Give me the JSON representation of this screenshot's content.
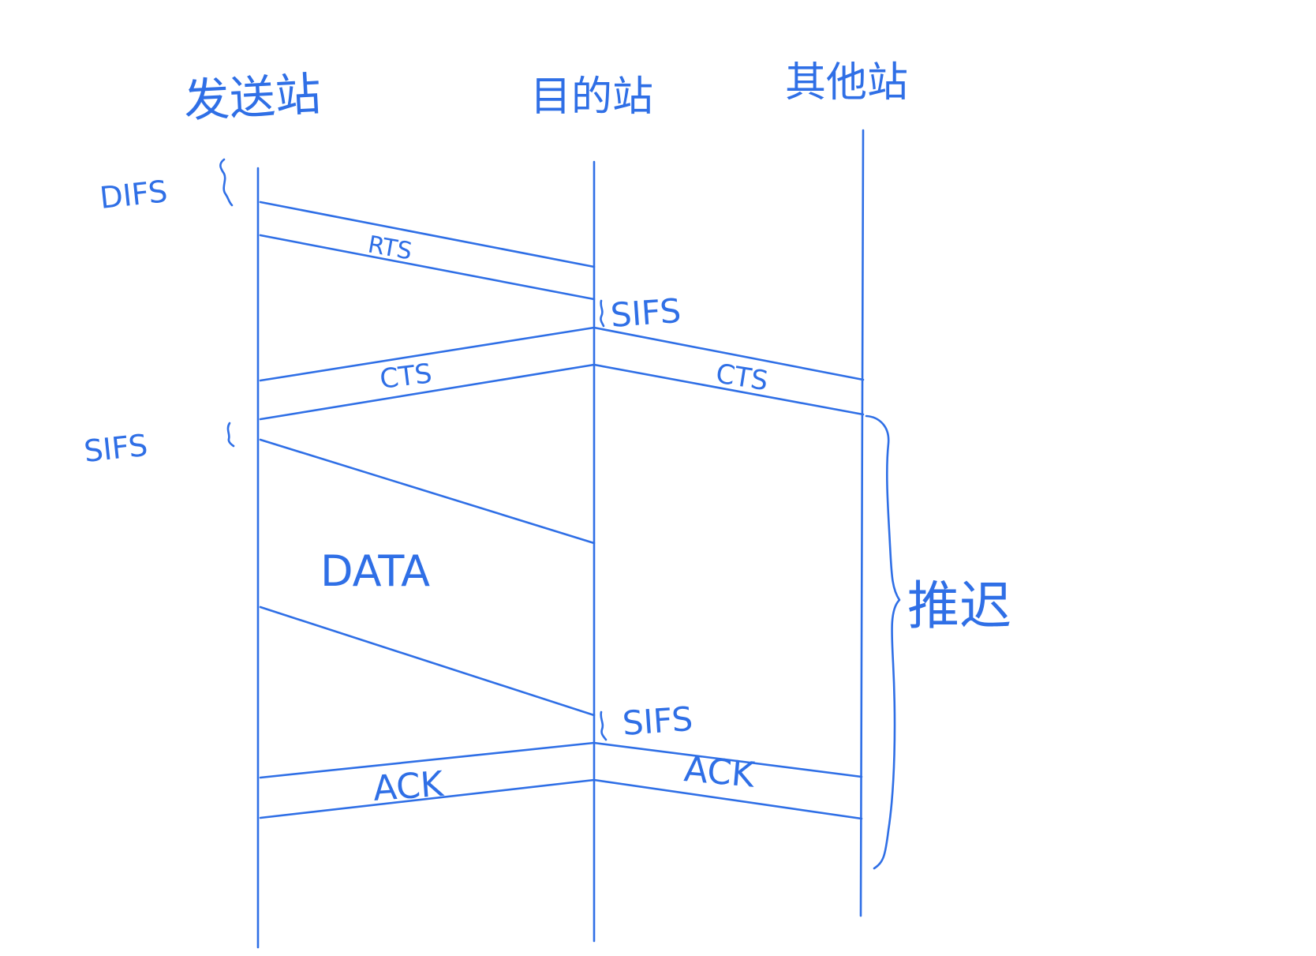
{
  "stations": {
    "sender": "发送站",
    "receiver": "目的站",
    "other": "其他站"
  },
  "intervals": {
    "difs": "DIFS",
    "sifs_sender": "SIFS",
    "sifs_receiver_1": "SIFS",
    "sifs_receiver_2": "SIFS"
  },
  "frames": {
    "rts": "RTS",
    "cts_to_sender": "CTS",
    "cts_to_other": "CTS",
    "data": "DATA",
    "ack_to_sender": "ACK",
    "ack_to_other": "ACK"
  },
  "other_station": {
    "defer": "推迟"
  },
  "colors": {
    "ink": "#2f6fe6"
  }
}
